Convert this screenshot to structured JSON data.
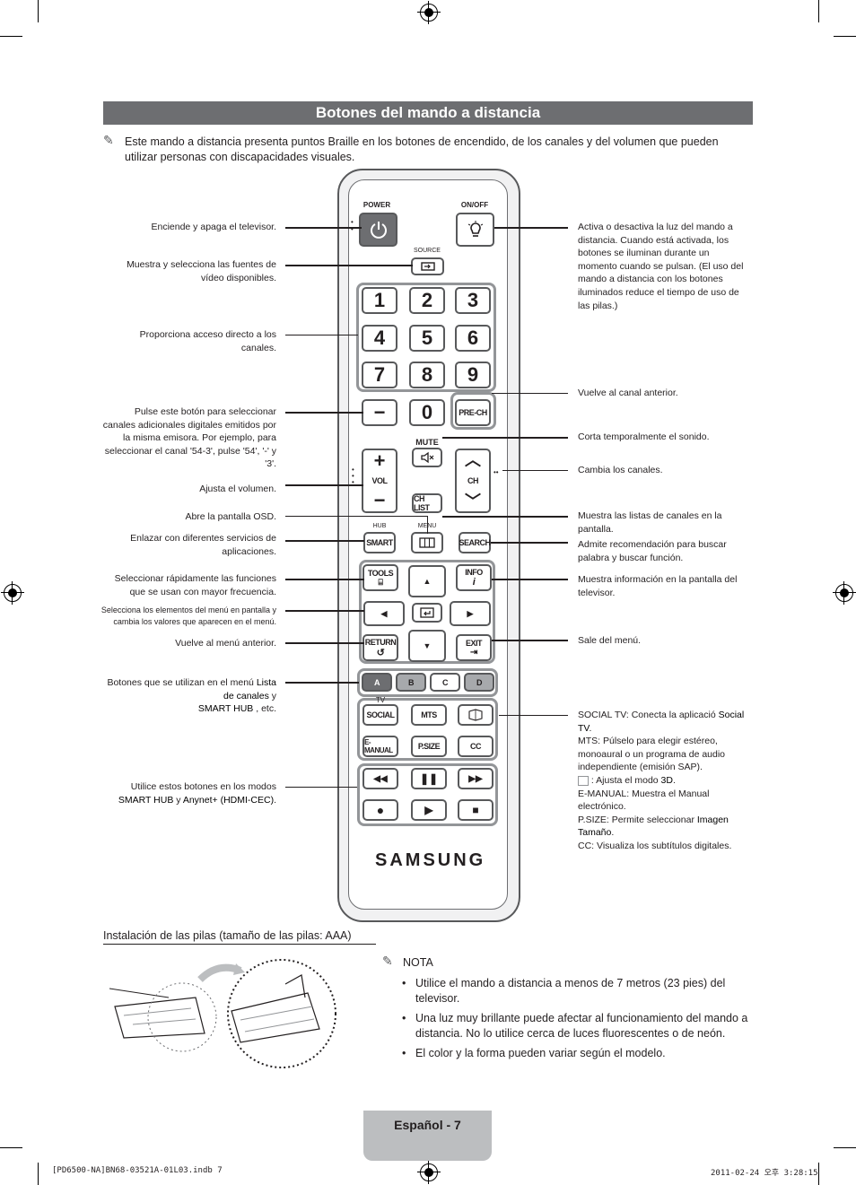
{
  "title": "Botones del mando a distancia",
  "intro": "Este mando a distancia presenta puntos Braille en los botones de encendido, de los canales y del volumen que pueden utilizar personas con discapacidades visuales.",
  "remote": {
    "power": "POWER",
    "onoff": "ON/OFF",
    "source": "SOURCE",
    "digits": [
      "1",
      "2",
      "3",
      "4",
      "5",
      "6",
      "7",
      "8",
      "9"
    ],
    "dash": "−",
    "zero": "0",
    "prech": "PRE-CH",
    "mute": "MUTE",
    "vol": "VOL",
    "ch": "CH",
    "chlist": "CH LIST",
    "hub": "HUB",
    "menu": "MENU",
    "smart": "SMART",
    "search": "SEARCH",
    "tools": "TOOLS",
    "info": "INFO",
    "return": "RETURN",
    "exit": "EXIT",
    "colors": [
      "A",
      "B",
      "C",
      "D"
    ],
    "tv": "TV",
    "social": "SOCIAL",
    "mts": "MTS",
    "emanual": "E-MANUAL",
    "psize": "P.SIZE",
    "cc": "CC",
    "logo": "SAMSUNG"
  },
  "left_notes": [
    "Enciende y apaga el televisor.",
    "Muestra y selecciona las fuentes de vídeo disponibles.",
    "Proporciona acceso directo a los canales.",
    "Pulse este botón para seleccionar canales adicionales digitales emitidos por la misma emisora. Por ejemplo, para seleccionar el canal '54-3', pulse '54', '-' y '3'.",
    "Ajusta el volumen.",
    "Abre la pantalla OSD.",
    "Enlazar con diferentes servicios de aplicaciones.",
    "Seleccionar rápidamente las funciones que se usan con mayor frecuencia.",
    "Selecciona los elementos del menú en pantalla y cambia los valores que aparecen en el menú.",
    "Vuelve al menú anterior."
  ],
  "left_color_note": {
    "a": "Botones que se utilizan en el menú ",
    "b": "Lista de canales",
    "c": " y ",
    "d": "SMART HUB",
    "e": " , etc."
  },
  "left_play_note": {
    "a": "Utilice estos botones en los modos ",
    "b": "SMART HUB",
    "c": " y ",
    "d": "Anynet+ (HDMI-CEC)",
    "e": "."
  },
  "right_notes": [
    "Activa o desactiva la luz del mando a distancia. Cuando está activada, los botones se iluminan durante un momento cuando se pulsan. (El uso del mando a distancia con los botones iluminados reduce el tiempo de uso de las pilas.)",
    "Vuelve al canal anterior.",
    "Corta temporalmente el sonido.",
    "Cambia los canales.",
    "Muestra las listas de canales en la pantalla.",
    "Admite recomendación para buscar palabra y buscar función.",
    "Muestra información en la pantalla del televisor.",
    "Sale del menú."
  ],
  "right_bottom": {
    "social_k": "SOCIAL TV",
    "social_v": ": Conecta la aplicació ",
    "social_b": "Social TV",
    "mts_k": "MTS",
    "mts_v": ": Púlselo para elegir estéreo, monoaural o un programa de audio independiente (emisión SAP).",
    "threed_v": " : Ajusta el modo ",
    "threed_b": "3D",
    "emanual_k": "E-MANUAL",
    "emanual_v": ": Muestra el Manual electrónico",
    "psize_k": "P.SIZE",
    "psize_v": ": Permite seleccionar ",
    "psize_b": "Imagen Tamaño",
    "cc_k": "CC",
    "cc_v": ": Visualiza los subtítulos digitales."
  },
  "battery_title": "Instalación de las pilas (tamaño de las pilas: AAA)",
  "nota": "NOTA",
  "bullets": [
    "Utilice el mando a distancia a menos de 7 metros (23 pies) del televisor.",
    "Una luz muy brillante puede afectar al funcionamiento del mando a distancia. No lo utilice cerca de luces fluorescentes o de neón.",
    "El color y la forma pueden variar según el modelo."
  ],
  "footer": "Español - 7",
  "slug_left": "[PD6500-NA]BN68-03521A-01L03.indb   7",
  "slug_right": "2011-02-24   오후 3:28:15"
}
